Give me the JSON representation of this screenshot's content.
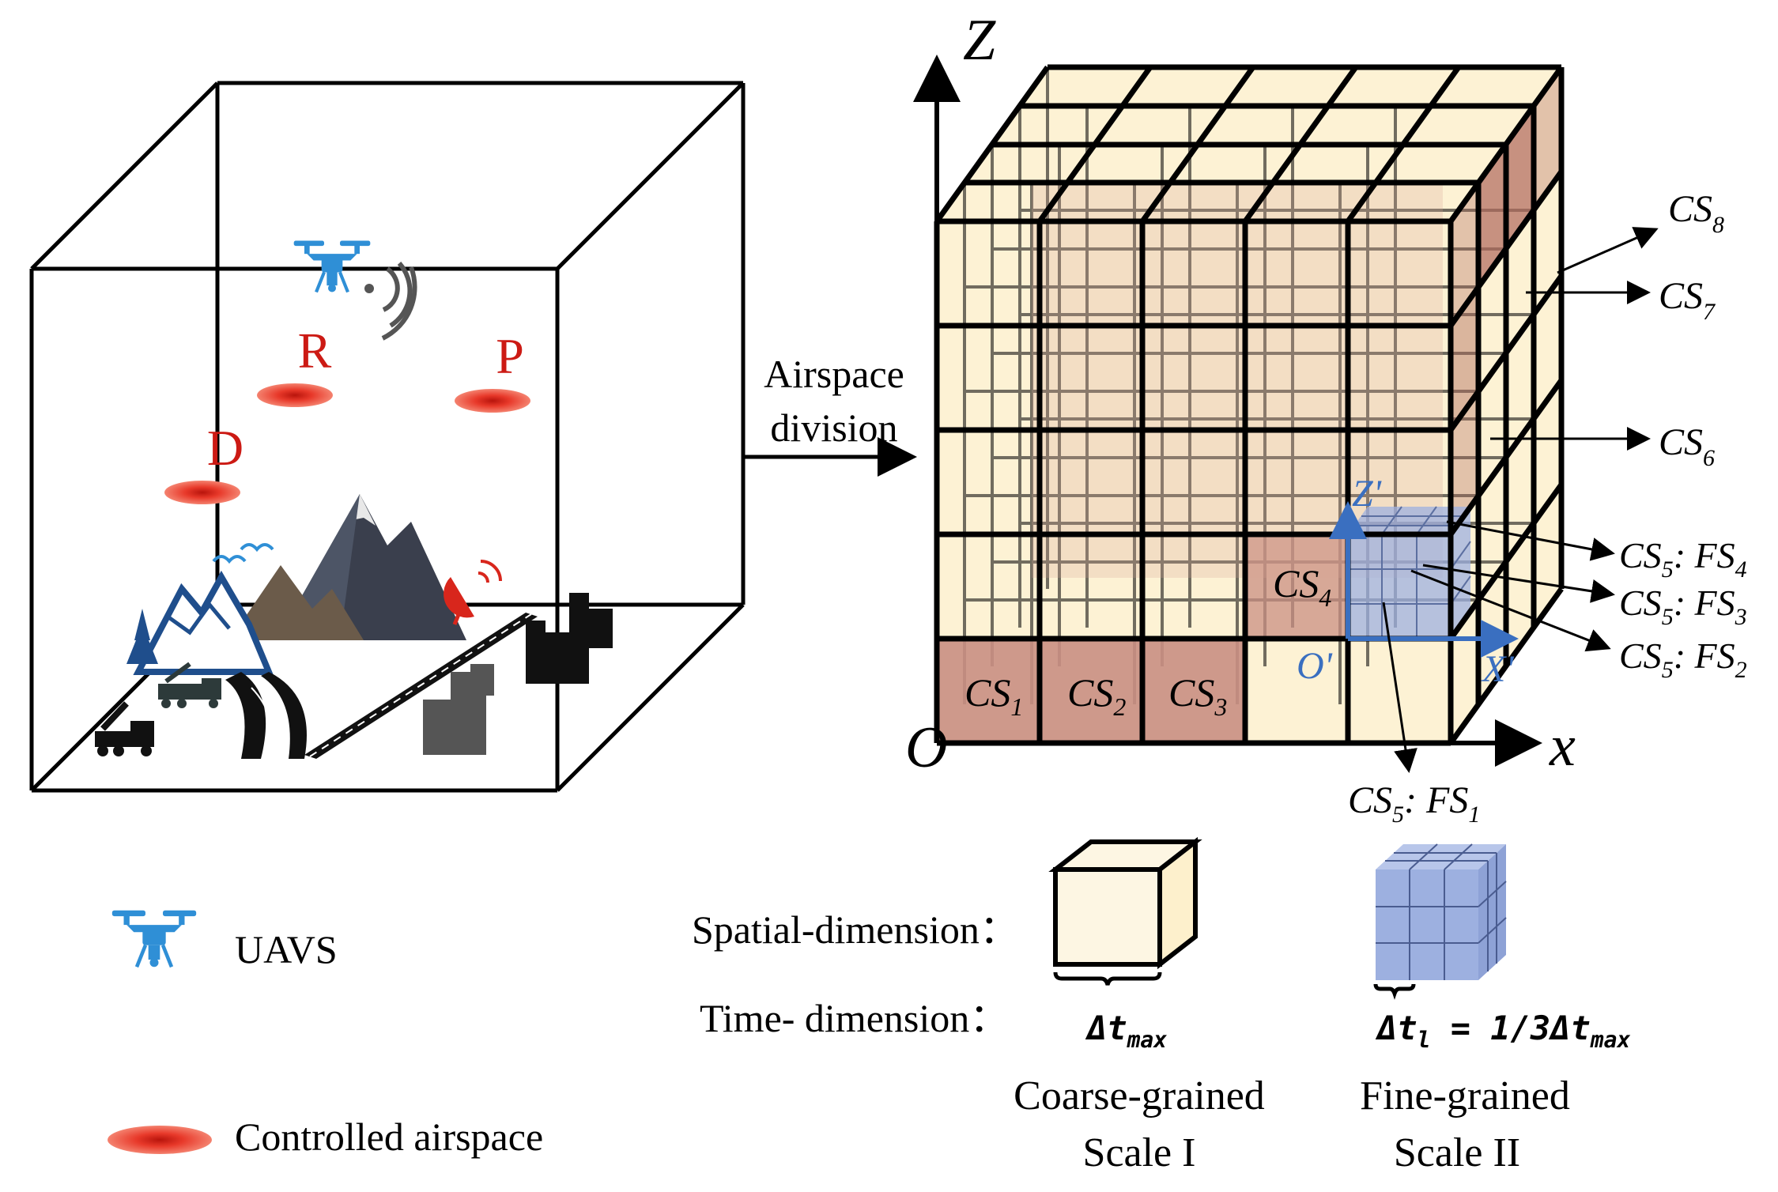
{
  "markers": {
    "r": "R",
    "p": "P",
    "d": "D"
  },
  "arrow_label": {
    "line1": "Airspace",
    "line2": "division"
  },
  "axes": {
    "z": "Z",
    "x": "x",
    "origin": "O",
    "local_z": "Z'",
    "local_x": "X'",
    "local_origin": "O'"
  },
  "cells": [
    {
      "base": "CS",
      "sub": "1"
    },
    {
      "base": "CS",
      "sub": "2"
    },
    {
      "base": "CS",
      "sub": "3"
    },
    {
      "base": "CS",
      "sub": "4"
    },
    {
      "base": "CS",
      "sub": "5",
      "suffix": ": FS",
      "suffix_sub": "1"
    },
    {
      "base": "CS",
      "sub": "5",
      "suffix": ": FS",
      "suffix_sub": "2"
    },
    {
      "base": "CS",
      "sub": "5",
      "suffix": ": FS",
      "suffix_sub": "3"
    },
    {
      "base": "CS",
      "sub": "5",
      "suffix": ": FS",
      "suffix_sub": "4"
    },
    {
      "base": "CS",
      "sub": "6"
    },
    {
      "base": "CS",
      "sub": "7"
    },
    {
      "base": "CS",
      "sub": "8"
    }
  ],
  "legend": {
    "uav_label": "UAVS",
    "controlled_label": "Controlled airspace"
  },
  "scales": {
    "spatial_label": "Spatial-dimension：",
    "time_label": "Time- dimension：",
    "coarse_dt": "Δt",
    "coarse_dt_sub": "max",
    "fine_dt": "Δt",
    "fine_dt_sub": "l",
    "fine_dt_eq": " = 1/3Δt",
    "fine_dt_eq_sub": "max",
    "coarse_name_1": "Coarse-grained",
    "coarse_name_2": "Scale I",
    "fine_name_1": "Fine-grained",
    "fine_name_2": "Scale II"
  },
  "colors": {
    "drone": "#2f8fd6",
    "restricted": "#e8392a",
    "marker_text": "#cc1a14",
    "grid_fill": "#fdf0cc",
    "cell_red": "#c98f83",
    "fine_blue": "#9db0e0",
    "local_axis": "#3a6fc0"
  }
}
